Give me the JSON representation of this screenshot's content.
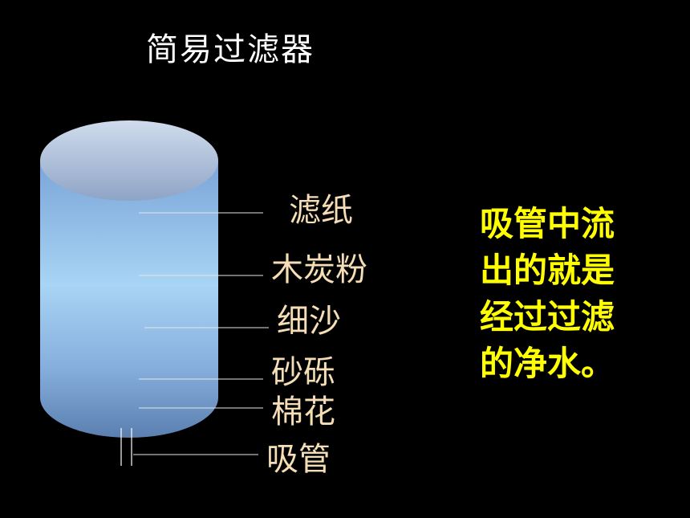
{
  "title": "简易过滤器",
  "layers": [
    {
      "key": "filter-paper",
      "label": "滤纸"
    },
    {
      "key": "charcoal-powder",
      "label": "木炭粉"
    },
    {
      "key": "fine-sand",
      "label": "细沙"
    },
    {
      "key": "gravel",
      "label": "砂砾"
    },
    {
      "key": "cotton",
      "label": "棉花"
    },
    {
      "key": "straw",
      "label": "吸管"
    }
  ],
  "note": "吸管中流出的就是经过过滤的净水。",
  "colors": {
    "background": "#000000",
    "title": "#ffffff",
    "label": "#f5ddb6",
    "note": "#ffff00",
    "cylinder_top": "#9fb4d4",
    "cylinder_mid": "#a6d0f0",
    "cylinder_bottom": "#5f86b8"
  }
}
